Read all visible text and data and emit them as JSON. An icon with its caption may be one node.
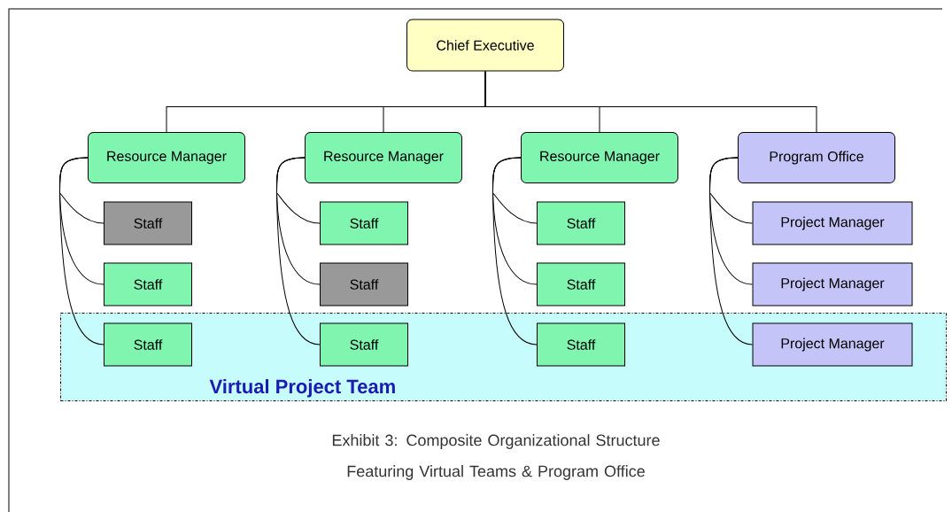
{
  "diagram": {
    "caption": "Exhibit 3: Composite Organizational Structure Featuring Virtual Teams & Program Office",
    "nodes": [
      {
        "text": [
          "Chief Executive"
        ]
      },
      {
        "text": [
          "Resource Manager"
        ]
      },
      {
        "text": [
          "Resource Manager"
        ]
      },
      {
        "text": [
          "Resource Manager"
        ]
      },
      {
        "text": [
          "Program Office"
        ]
      },
      {
        "text": [
          "Virtual Project Team"
        ]
      },
      {
        "text": [
          "Staff"
        ]
      },
      {
        "text": [
          "Staff"
        ]
      },
      {
        "text": [
          "Staff"
        ],
        "in": 5
      },
      {
        "text": [
          "Staff"
        ]
      },
      {
        "text": [
          "Staff"
        ]
      },
      {
        "text": [
          "Staff"
        ],
        "in": 5
      },
      {
        "text": [
          "Staff"
        ]
      },
      {
        "text": [
          "Staff"
        ]
      },
      {
        "text": [
          "Staff"
        ],
        "in": 5
      },
      {
        "text": [
          "Project Manager"
        ]
      },
      {
        "text": [
          "Project Manager"
        ]
      },
      {
        "text": [
          "Project Manager"
        ],
        "in": 5
      }
    ],
    "edges": [
      {
        "from": 0,
        "to": 1,
        "arrow": "none"
      },
      {
        "from": 0,
        "to": 2,
        "arrow": "none"
      },
      {
        "from": 0,
        "to": 3,
        "arrow": "none"
      },
      {
        "from": 0,
        "to": 4,
        "arrow": "none"
      },
      {
        "from": 1,
        "to": 6,
        "arrow": "none"
      },
      {
        "from": 1,
        "to": 7,
        "arrow": "none"
      },
      {
        "from": 1,
        "to": 8,
        "arrow": "none"
      },
      {
        "from": 2,
        "to": 9,
        "arrow": "none"
      },
      {
        "from": 2,
        "to": 10,
        "arrow": "none"
      },
      {
        "from": 2,
        "to": 11,
        "arrow": "none"
      },
      {
        "from": 3,
        "to": 12,
        "arrow": "none"
      },
      {
        "from": 3,
        "to": 13,
        "arrow": "none"
      },
      {
        "from": 3,
        "to": 14,
        "arrow": "none"
      },
      {
        "from": 4,
        "to": 15,
        "arrow": "none"
      },
      {
        "from": 4,
        "to": 16,
        "arrow": "none"
      },
      {
        "from": 4,
        "to": 17,
        "arrow": "none"
      }
    ]
  }
}
